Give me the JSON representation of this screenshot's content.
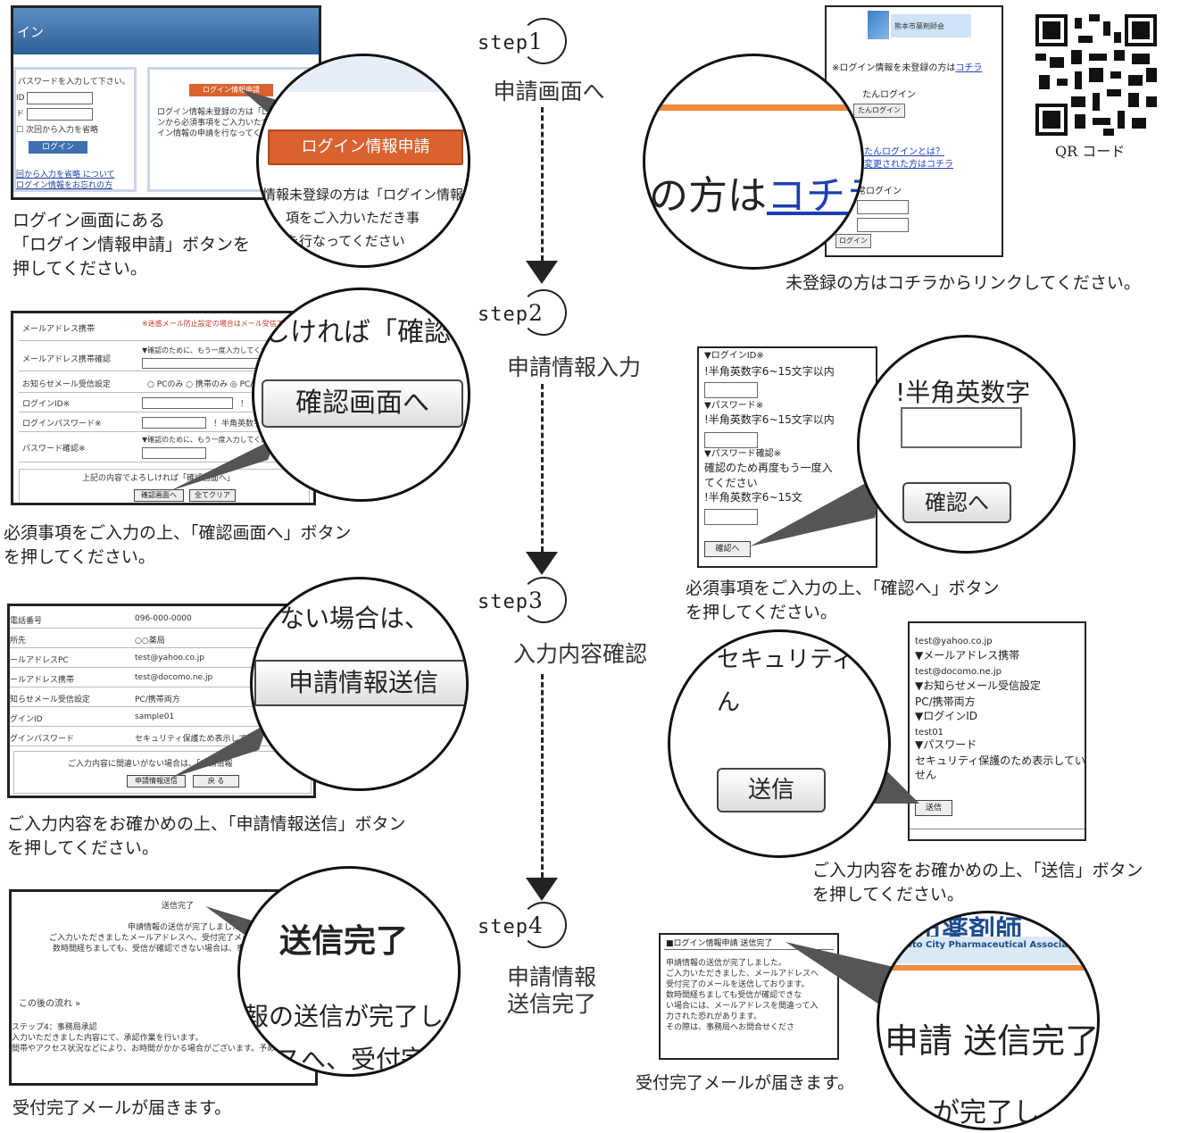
{
  "steps": [
    {
      "word": "step",
      "num": "1",
      "title": "申請画面へ"
    },
    {
      "word": "step",
      "num": "2",
      "title": "申請情報入力"
    },
    {
      "word": "step",
      "num": "3",
      "title": "入力内容確認"
    },
    {
      "word": "step",
      "num": "4",
      "title": "申請情報\n送信完了"
    }
  ],
  "captions": {
    "s1_left": "ログイン画面にある\n「ログイン情報申請」ボタンを\n押してください。",
    "s1_right": "未登録の方はコチラからリンクしてください。",
    "s2_left": "必須事項をご入力の上、「確認画面へ」ボタン\nを押してください。",
    "s2_right": "必須事項をご入力の上、「確認へ」ボタン\nを押してください。",
    "s3_left": "ご入力内容をお確かめの上、「申請情報送信」ボタン\nを押してください。",
    "s3_right": "ご入力内容をお確かめの上、「送信」ボタン\nを押してください。",
    "s4_left": "受付完了メールが届きます。",
    "s4_right": "受付完了メールが届きます。"
  },
  "qr_label": "QR コード",
  "s1_login": {
    "title_bar": "イン",
    "prompt": "パスワードを入力して下さい。",
    "id_label": "ID",
    "pw_label": "ド",
    "remember": "次回から入力を省略",
    "login_button": "ログイン",
    "link1": "回から入力を省略 について",
    "link2": "ログイン情報をお忘れの方",
    "apply_button_small": "ログイン情報申請",
    "desc1": "ログイン情報未登録の方は「ロ",
    "desc2": "ンから必須事項をご入力いただ",
    "desc3": "イン情報の申請を行なってくださ",
    "lens_button": "ログイン情報申請",
    "lens_text1": "情報未登録の方は「ログイン情報",
    "lens_text2": "項をご入力いただき事",
    "lens_text3": "を行なってください"
  },
  "s1_mobile": {
    "org_small": "熊本市薬剤師会",
    "note_prefix": "※ログイン情報を未登録の方は",
    "note_link": "コチラ",
    "easy_login": "たんログイン",
    "easy_login_btn": "たんログイン",
    "what_link": "たんログインとは？",
    "changed_link": "変更された方はコチラ",
    "login_label": "常ログイン",
    "login_btn": "ログイン",
    "lens_text": "の方は",
    "lens_link": "コチラ"
  },
  "s2_form": {
    "rows": [
      {
        "label": "メールアドレス携帯",
        "value": "※迷惑メール防止設定の場合はメール受信できない場合があります"
      },
      {
        "label": "メールアドレス携帯確認",
        "value": "▼確認のために、もう一度入力してください"
      },
      {
        "label": "お知らせメール受信設定",
        "value": "○ PCのみ ○ 携帯のみ ◎ PC/"
      },
      {
        "label": "ログインID※",
        "value": "！"
      },
      {
        "label": "ログインパスワード※",
        "value": "！半角英数字"
      },
      {
        "label": "パスワード確認※",
        "value": "▼確認のために、もう一度入力してくださ"
      }
    ],
    "footer_note": "上記の内容でよろしければ「確認画面へ」",
    "confirm_btn_small": "確認画面へ",
    "clear_btn_small": "全てクリア",
    "lens_text": "しければ「確認",
    "lens_button": "確認画面へ"
  },
  "s2_mobile": {
    "lines": [
      "▼ログインID※",
      "!半角英数字6~15文字以内",
      "▼パスワード※",
      "!半角英数字6~15文字以内",
      "▼パスワード確認※",
      "確認のため再度もう一度入",
      "てください",
      "!半角英数字6~15文"
    ],
    "btn_small": "確認へ",
    "lens_text": "!半角英数字",
    "lens_button": "確認へ"
  },
  "s3_table": {
    "rows": [
      {
        "label": "電話番号",
        "value": "096-000-0000"
      },
      {
        "label": "所先",
        "value": "○○薬局"
      },
      {
        "label": "ールアドレスPC",
        "value": "test@yahoo.co.jp"
      },
      {
        "label": "ールアドレス携帯",
        "value": "test@docomo.ne.jp"
      },
      {
        "label": "知らせメール受信設定",
        "value": "PC/携帯両方"
      },
      {
        "label": "グインID",
        "value": "sample01"
      },
      {
        "label": "グインパスワード",
        "value": "セキュリティ保護ため表示してい"
      }
    ],
    "footer_note": "ご入力内容に間違いがない場合は、「申請情報",
    "send_btn_small": "申請情報送信",
    "back_btn_small": "戻 る",
    "lens_text": "ない場合は、",
    "lens_button": "申請情報送信"
  },
  "s3_mobile": {
    "lines": [
      "test@yahoo.co.jp",
      "▼メールアドレス携帯",
      "test@docomo.ne.jp",
      "▼お知らせメール受信設定",
      "PC/携帯両方",
      "▼ログインID",
      "test01",
      "▼パスワード",
      "セキュリティ保護のため表示していま",
      "せん"
    ],
    "btn_small": "送信",
    "lens_text1": "セキュリティ",
    "lens_text2": "ん",
    "lens_button": "送信"
  },
  "s4_done": {
    "title": "送信完了",
    "msg1": "申請情報の送信が完了しました。",
    "msg2": "ご入力いただきましたメールアドレスへ、受付完了メールを",
    "msg3": "数時間経ちましても、受信が確認できない場合は、事務局",
    "next": "この後の流れ »",
    "step_label": "ステップ4：事務局承認",
    "step_desc1": "入力いただきました内容にて、承認作業を行います。",
    "step_desc2": "間帯やアクセス状況などにより、お時間がかかる場合がございます。予めご了承",
    "lens_title": "送信完了",
    "lens_text1": "報の送信が完了し",
    "lens_text2": "スへ、受付完"
  },
  "s4_mobile": {
    "header": "■ログイン情報申請 送信完了",
    "lines": [
      "申請情報の送信が完了しました。",
      "ご入力いただきました、メールアドレスへ",
      "受付完了のメールを送信しております。",
      "数時間経ちましても受信が確認できな",
      "い場合には、メールアドレスを間違って入",
      "力された恐れがあります。",
      "その際は、事務局へお問合せくださ"
    ],
    "lens_header": "市薬剤師",
    "lens_sub": "oto City Pharmaceutical Associatio",
    "lens_title": "申請 送信完了",
    "lens_text": "が完了し"
  }
}
